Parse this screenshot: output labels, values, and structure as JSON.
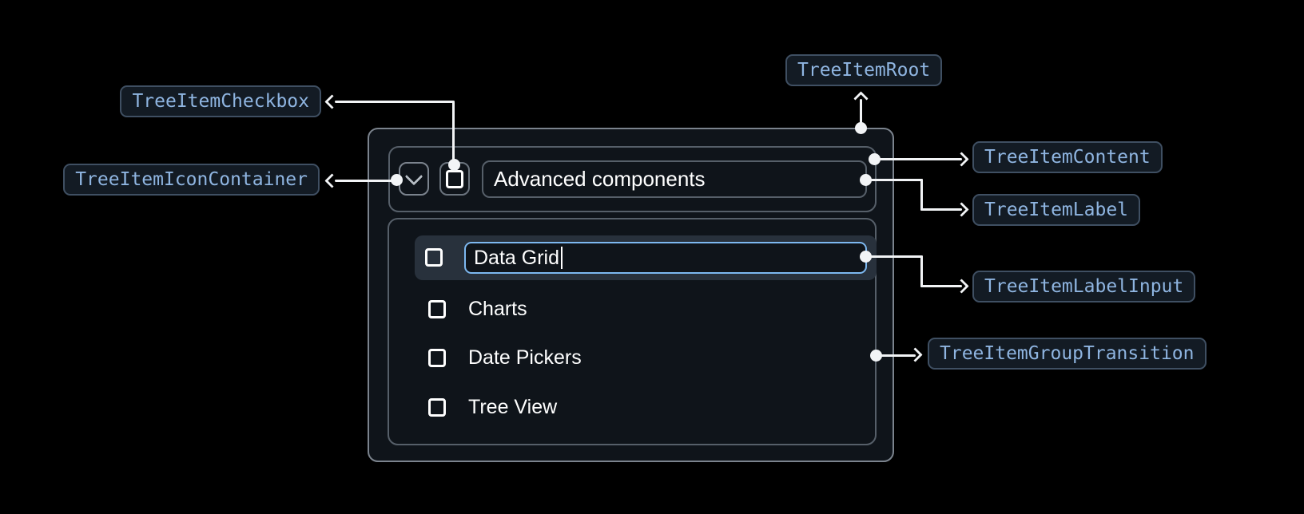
{
  "annotations": {
    "root": "TreeItemRoot",
    "checkbox": "TreeItemCheckbox",
    "icon_container": "TreeItemIconContainer",
    "content": "TreeItemContent",
    "label": "TreeItemLabel",
    "label_input": "TreeItemLabelInput",
    "group_transition": "TreeItemGroupTransition"
  },
  "tree": {
    "parent": {
      "label": "Advanced components",
      "expanded": true,
      "checked": false
    },
    "children": [
      {
        "label": "Data Grid",
        "editing": true,
        "input_value": "Data Grid",
        "selected": true,
        "checked": false
      },
      {
        "label": "Charts",
        "checked": false
      },
      {
        "label": "Date Pickers",
        "checked": false
      },
      {
        "label": "Tree View",
        "checked": false
      }
    ]
  },
  "icons": {
    "expand": "chevron-down-icon",
    "checkbox_unchecked": "checkbox-unchecked-icon",
    "text_caret": "text-cursor"
  },
  "colors": {
    "background": "#000000",
    "surface": "#0f141a",
    "border_strong": "#7b838d",
    "border_mid": "#6b747e",
    "border_soft": "#565f69",
    "selected_row_bg": "#28313c",
    "accent_blue": "#7db8f0",
    "badge_bg": "#131b24",
    "badge_border": "#3f4f62",
    "badge_text": "#8fb5e1",
    "arrow": "#f2f4f6",
    "icon_gray": "#b7bec5",
    "text_primary": "#ffffff"
  }
}
